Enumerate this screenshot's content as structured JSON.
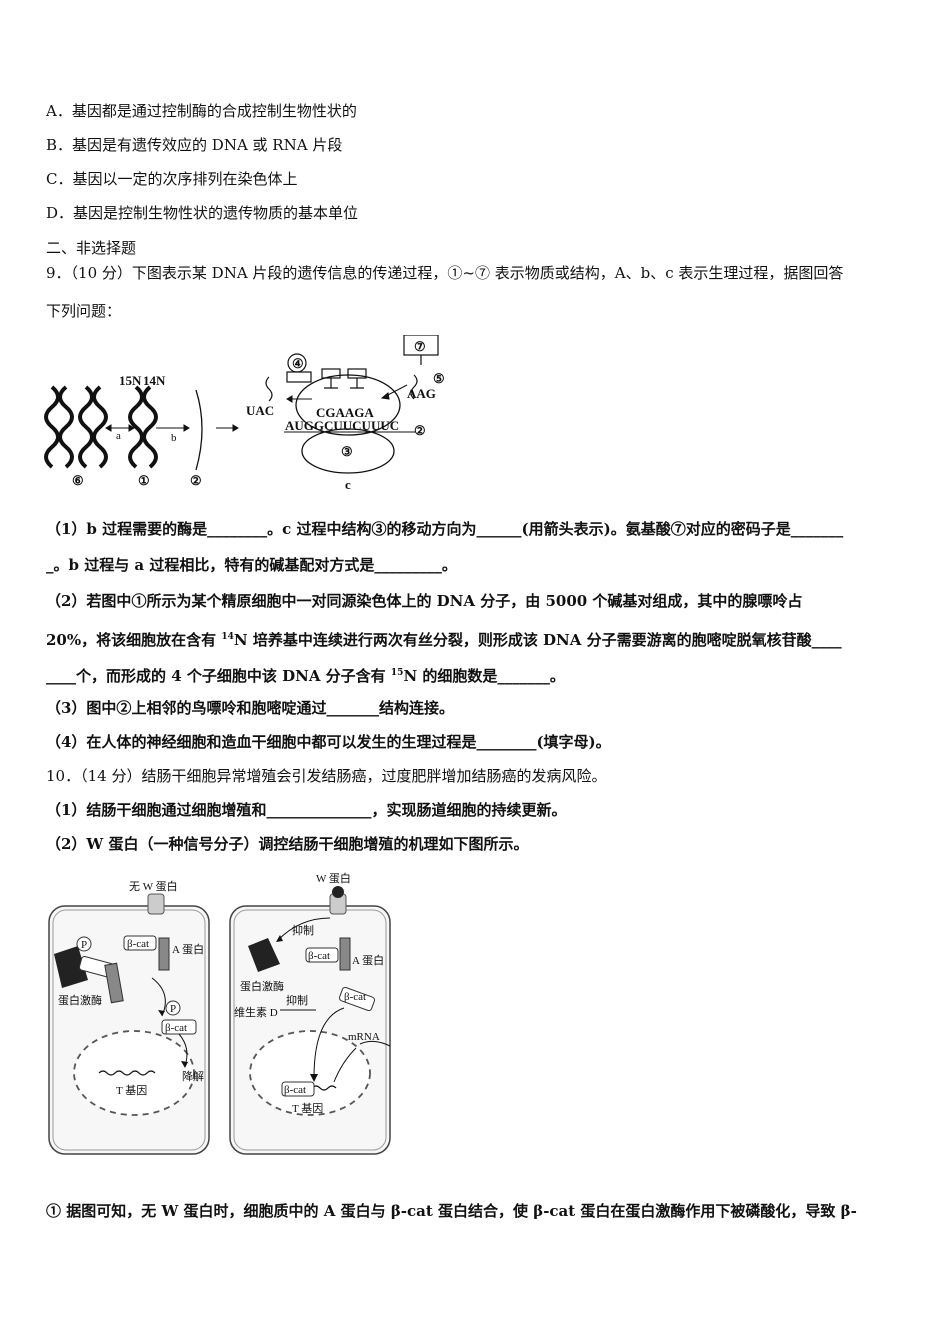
{
  "options": {
    "a": "A．基因都是通过控制酶的合成控制生物性状的",
    "b": "B．基因是有遗传效应的 DNA 或 RNA 片段",
    "c": "C．基因以一定的次序排列在染色体上",
    "d": "D．基因是控制生物性状的遗传物质的基本单位"
  },
  "section_title": "二、非选择题",
  "q9": {
    "stem_l1": "9．（10 分）下图表示某 DNA 片段的遗传信息的传递过程，①~⑦ 表示物质或结构，A、b、c 表示生理过程，据图回答",
    "stem_l2": "下列问题：",
    "fig": {
      "n15": "15N",
      "n14": "14N",
      "a": "a",
      "b": "b",
      "c": "c",
      "c6": "⑥",
      "c1": "①",
      "c2": "②",
      "c2b": "②",
      "c3": "③",
      "c4": "④",
      "c5": "⑤",
      "c7": "⑦",
      "uac": "UAC",
      "aag": "AAG",
      "cgaaga": "CGAAGA",
      "mrna": "AUGGCUUCUUUC"
    },
    "p1_l1": "（1）b 过程需要的酶是________。c 过程中结构③的移动方向为______(用箭头表示)。氨基酸⑦对应的密码子是_______",
    "p1_l2": "_。b 过程与 a 过程相比，特有的碱基配对方式是_________。",
    "p2_l1": "（2）若图中①所示为某个精原细胞中一对同源染色体上的 DNA 分子，由 5000 个碱基对组成，其中的腺嘌呤占",
    "p2_l2_a": "20%，将该细胞放在含有 ",
    "p2_sup1": "14",
    "p2_l2_b": "N 培养基中连续进行两次有丝分裂，则形成该 DNA 分子需要游离的胞嘧啶脱氧核苷酸____",
    "p2_l3_a": "____个，而形成的 4 个子细胞中该 DNA 分子含有 ",
    "p2_sup2": "15",
    "p2_l3_b": "N 的细胞数是_______。",
    "p3": "（3）图中②上相邻的鸟嘌呤和胞嘧啶通过_______结构连接。",
    "p4": "（4）在人体的神经细胞和造血干细胞中都可以发生的生理过程是________(填字母)。"
  },
  "q10": {
    "stem": "10．（14 分）结肠干细胞异常增殖会引发结肠癌，过度肥胖增加结肠癌的发病风险。",
    "p1": "（1）结肠干细胞通过细胞增殖和______________，实现肠道细胞的持续更新。",
    "p2": "（2）W 蛋白（一种信号分子）调控结肠干细胞增殖的机理如下图所示。",
    "fig": {
      "no_w": "无 W 蛋白",
      "w": "W 蛋白",
      "bcat": "β-cat",
      "a_protein": "A 蛋白",
      "a_protein2": "A 蛋白",
      "p": "P",
      "kinase": "蛋白激酶",
      "kinase2": "蛋白激酶",
      "degrade": "降解",
      "t_gene": "T 基因",
      "t_gene2": "T 基因",
      "inhibit": "抑制",
      "inhibit2": "抑制",
      "vitd": "维生素 D",
      "mrna": "mRNA"
    },
    "p3": "① 据图可知，无 W 蛋白时，细胞质中的 A 蛋白与 β-cat 蛋白结合，使 β-cat 蛋白在蛋白激酶作用下被磷酸化，导致 β-"
  }
}
